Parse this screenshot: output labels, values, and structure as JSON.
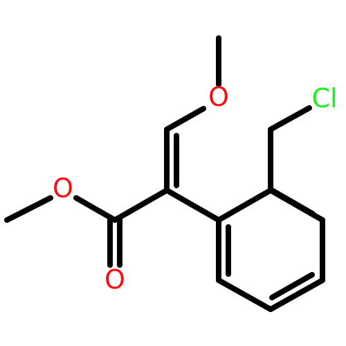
{
  "atoms": {
    "o_methoxy": {
      "symbol": "O",
      "color": "#ff0d0d"
    },
    "o_ester": {
      "symbol": "O",
      "color": "#ff0d0d"
    },
    "o_carbonyl": {
      "symbol": "O",
      "color": "#ff0d0d"
    },
    "cl": {
      "symbol": "Cl",
      "color": "#1ff01f"
    }
  },
  "bond_color": "#000000"
}
